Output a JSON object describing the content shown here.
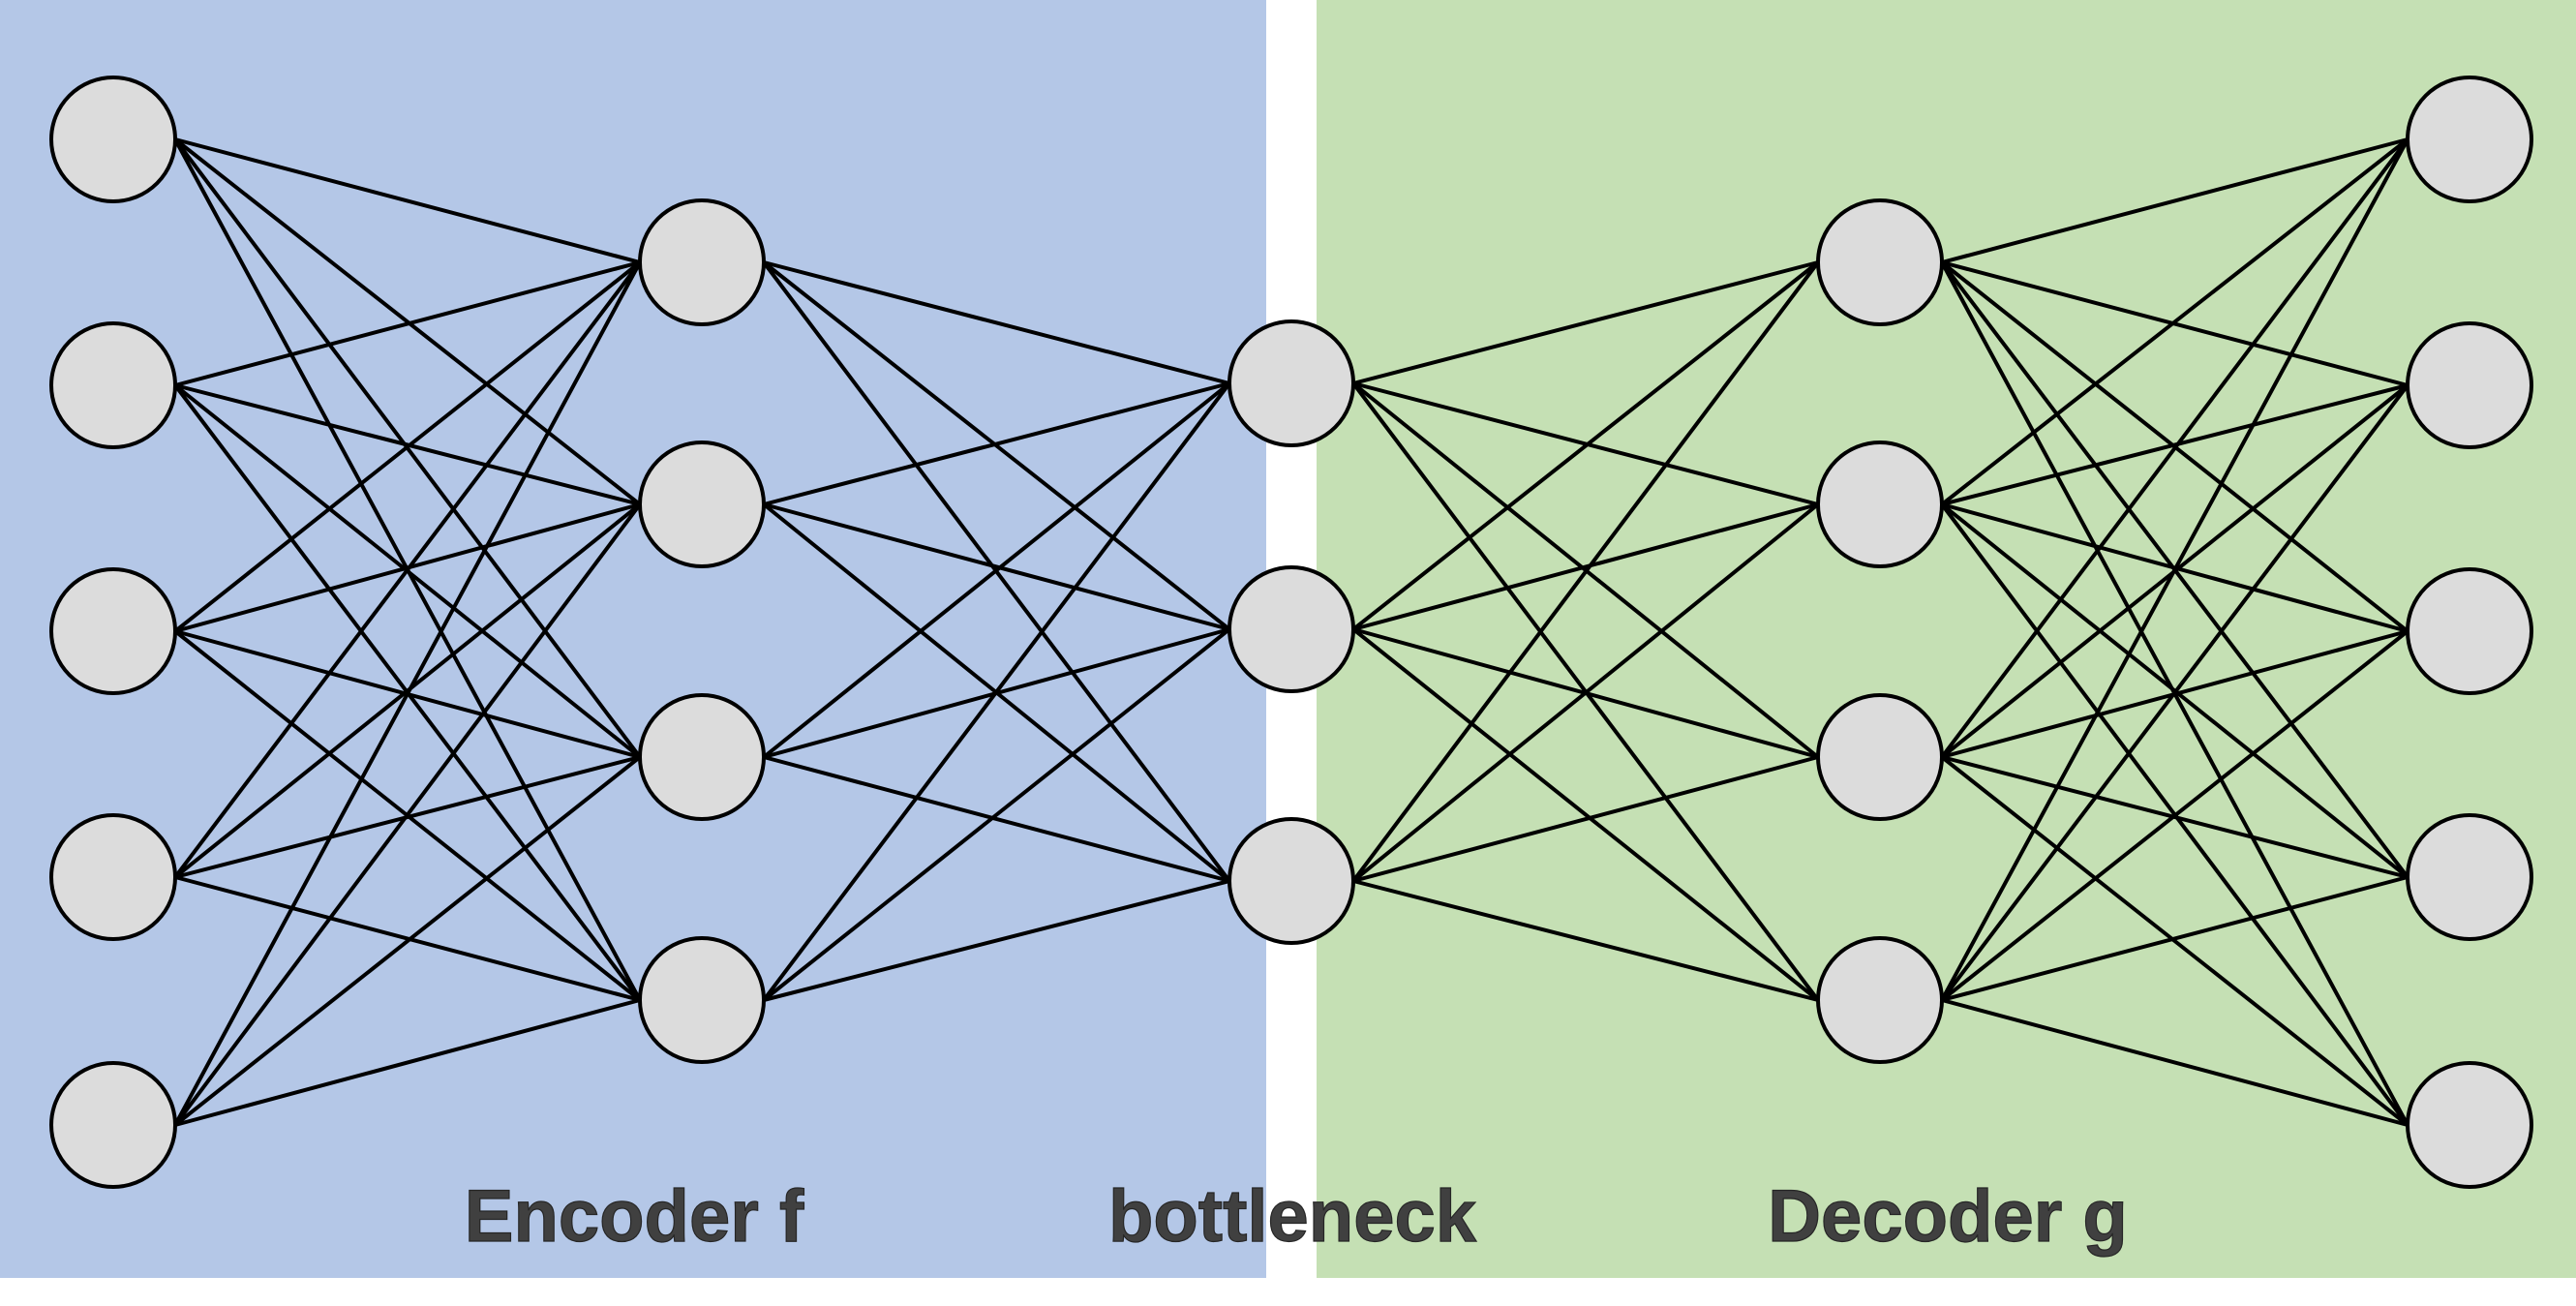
{
  "labels": {
    "encoder": "Encoder f",
    "bottleneck": "bottleneck",
    "decoder": "Decoder g"
  },
  "network": {
    "layer_sizes": [
      5,
      4,
      3,
      4,
      5
    ],
    "connections": "fully-connected"
  },
  "colors": {
    "encoder_region": "#b4c7e7",
    "decoder_region": "#c5e0b4",
    "node_fill": "#dcdcdc",
    "node_stroke": "#000000",
    "edge": "#000000",
    "label_text": "#404040"
  }
}
